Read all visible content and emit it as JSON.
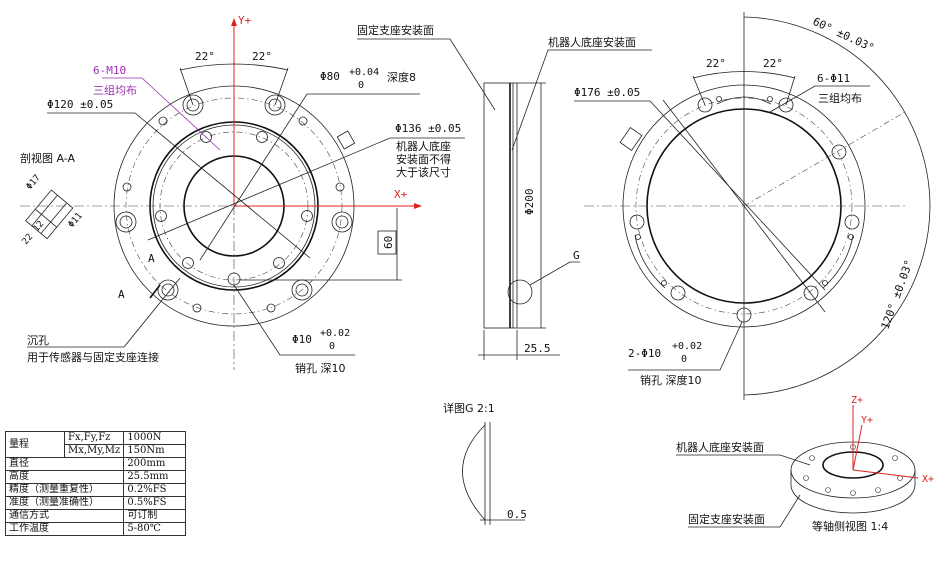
{
  "left_view": {
    "y_axis": "Y+",
    "x_axis": "X+",
    "angle_left": "22°",
    "angle_right": "22°",
    "thread_callout": "6-M10",
    "thread_note": "三组均布",
    "dia120": "Φ120 ±0.05",
    "dia80": "Φ80",
    "dia80_tol_upper": "+0.04",
    "dia80_tol_lower": "0",
    "dia80_depth": "深度8",
    "dia136": "Φ136 ±0.05",
    "dia136_note": [
      "机器人底座",
      "安装面不得",
      "大于该尺寸"
    ],
    "dim60": "60",
    "section_label": "剖视图 A-A",
    "section_arrow_a": "A",
    "counterbore_title": "沉孔",
    "counterbore_note": "用于传感器与固定支座连接",
    "pin_dia": "Φ10",
    "pin_tol_upper": "+0.02",
    "pin_tol_lower": "0",
    "pin_note": "销孔  深10",
    "section_dims": [
      "Φ17",
      "Φ11",
      "12",
      "22"
    ]
  },
  "side_view": {
    "fixed_face": "固定支座安装面",
    "robot_face": "机器人底座安装面",
    "dia200": "Φ200",
    "height": "25.5",
    "detail_ref": "G"
  },
  "right_view": {
    "angle_left": "22°",
    "angle_right": "22°",
    "angle60": "60° ±0.03°",
    "angle120": "120° ±0.03°",
    "dia176": "Φ176 ±0.05",
    "hole_callout": "6-Φ11",
    "hole_note": "三组均布",
    "pin_dia": "2-Φ10",
    "pin_tol_upper": "+0.02",
    "pin_tol_lower": "0",
    "pin_note": "销孔  深度10"
  },
  "detail_g": {
    "title": "详图G  2:1",
    "dim": "0.5"
  },
  "iso_view": {
    "robot_face": "机器人底座安装面",
    "fixed_face": "固定支座安装面",
    "title": "等轴侧视图 1:4",
    "z_axis": "Z+",
    "y_axis": "Y+",
    "x_axis": "X+"
  },
  "spec_table": {
    "range_label": "量程",
    "force_axes": "Fx,Fy,Fz",
    "force_value": "1000N",
    "moment_axes": "Mx,My,Mz",
    "moment_value": "150Nm",
    "rows": [
      {
        "label": "直径",
        "value": "200mm"
      },
      {
        "label": "高度",
        "value": "25.5mm"
      },
      {
        "label": "精度（测量重复性）",
        "value": "0.2%FS"
      },
      {
        "label": "准度（测量准确性）",
        "value": "0.5%FS"
      },
      {
        "label": "通信方式",
        "value": "可订制"
      },
      {
        "label": "工作温度",
        "value": "5-80℃"
      }
    ]
  },
  "colors": {
    "axis": "#e02020",
    "callout": "#9b30b0"
  }
}
